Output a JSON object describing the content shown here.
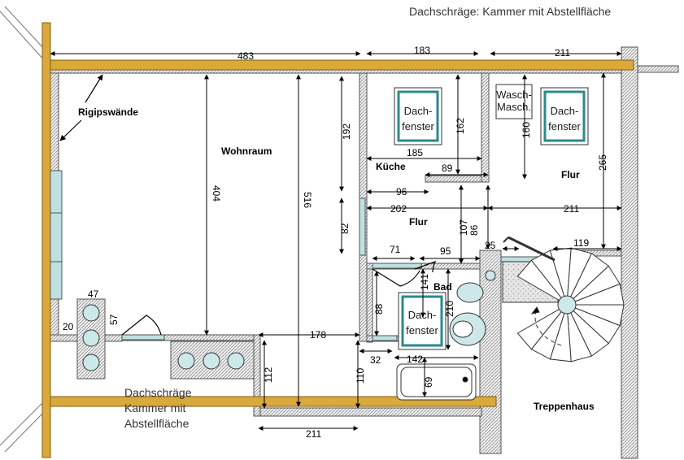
{
  "title": "Dachschräge: Kammer mit Abstellfläche",
  "rooms": {
    "wohnraum": "Wohnraum",
    "kueche": "Küche",
    "flur_right": "Flur",
    "flur_center": "Flur",
    "bad": "Bad",
    "treppenhaus": "Treppenhaus"
  },
  "labels": {
    "rigips": "Rigipswände",
    "dachfenster": [
      "Dach-",
      "fenster"
    ],
    "wasch": [
      "Wasch-",
      "Masch."
    ],
    "kammer": [
      "Dachschräge",
      "Kammer mit",
      "Abstellfläche"
    ]
  },
  "dims": {
    "d483": "483",
    "d183": "183",
    "d211_top": "211",
    "d192": "192",
    "d162": "162",
    "d160": "160",
    "d265": "265",
    "d404": "404",
    "d516": "516",
    "d185": "185",
    "d89": "89",
    "d96": "96",
    "d202": "202",
    "d211_mid": "211",
    "d82": "82",
    "d107": "107",
    "d86": "86",
    "d71": "71",
    "d95": "95",
    "d25": "25",
    "d119": "119",
    "d141": "141",
    "d210": "210",
    "d88": "88",
    "d47": "47",
    "d57": "57",
    "d20": "20",
    "d178": "178",
    "d112": "112",
    "d110": "110",
    "d32": "32",
    "d142": "142",
    "d69": "69",
    "d211_bot": "211"
  },
  "colors": {
    "beam": "#d8aa3a",
    "beam_edge": "#8a5a10",
    "wall_hatch": "#7a7a7a",
    "window": "#bfe0e0",
    "fixture": "#cde8e8",
    "dim_line": "#000000"
  }
}
